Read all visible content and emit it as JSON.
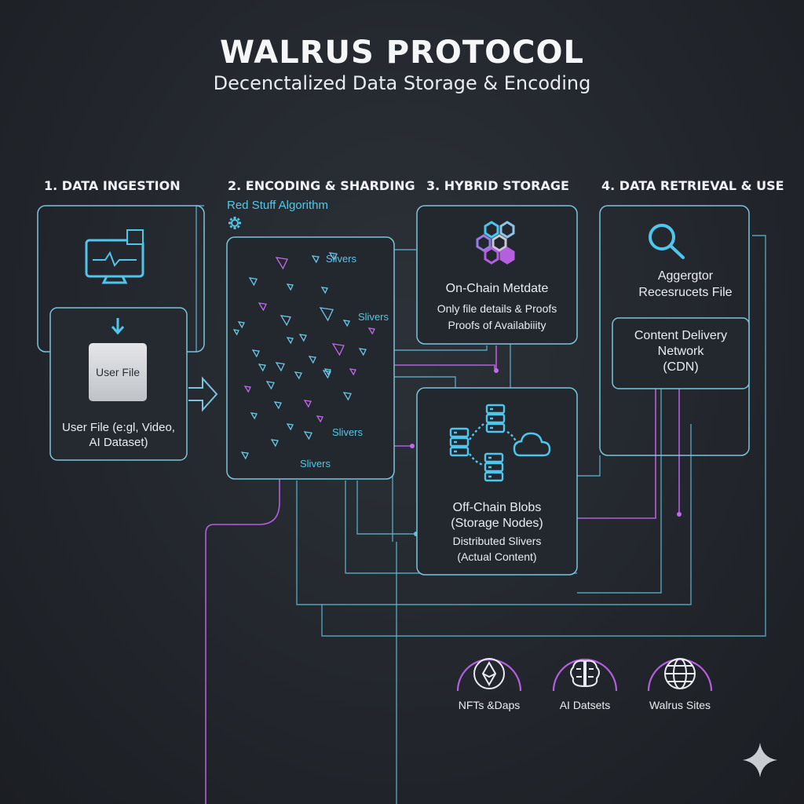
{
  "title": "WALRUS PROTOCOL",
  "subtitle": "Decenctalized Data Storage & Encoding",
  "steps": {
    "s1": "1. DATA INGESTION",
    "s2": "2. ENCODING & SHARDING",
    "s3": "3. HYBRID STORAGE",
    "s4": "4. DATA RETRIEVAL & USE"
  },
  "ingestion": {
    "card": "User File",
    "caption_line1": "User File (e:gl, Video,",
    "caption_line2": "AI Dataset)"
  },
  "encoding": {
    "algorithm": "Red Stuff Algorithm",
    "sliver_labels": [
      "Slivers",
      "Slivers",
      "Slivers",
      "Slivers"
    ]
  },
  "onchain": {
    "title": "On-Chain Metdate",
    "line1": "Only file details & Proofs",
    "line2": "Proofs of Availabiiity"
  },
  "offchain": {
    "title": "Off-Chain Blobs",
    "subtitle": "(Storage Nodes)",
    "line1": "Distributed Slivers",
    "line2": "(Actual Content)"
  },
  "retrieval": {
    "aggregator_line1": "Aggergtor",
    "aggregator_line2": "Recesrucets File",
    "cdn_line1": "Content Delivery",
    "cdn_line2": "Network",
    "cdn_line3": "(CDN)"
  },
  "use_cases": [
    {
      "label": "NFTs &Daps",
      "icon": "ethereum-icon"
    },
    {
      "label": "AI Datsets",
      "icon": "brain-icon"
    },
    {
      "label": "Walrus Sites",
      "icon": "globe-icon"
    }
  ],
  "colors": {
    "background": "#22262c",
    "accent_cyan": "#56c6e6",
    "accent_purple": "#b65ee0",
    "box_border": "#7bc4dd"
  }
}
